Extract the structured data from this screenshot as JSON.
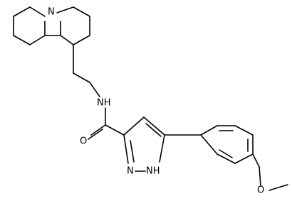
{
  "atoms": [
    {
      "id": "n_quinolizidine",
      "label": "N"
    },
    {
      "id": "nh_amide",
      "label": "NH"
    },
    {
      "id": "o_carbonyl",
      "label": "O"
    },
    {
      "id": "n_pyrazole",
      "label": "N"
    },
    {
      "id": "nh_pyrazole",
      "label": "NH"
    },
    {
      "id": "o_methoxy",
      "label": "O"
    }
  ],
  "colors": {
    "bond": "#000000",
    "label": "#000000",
    "background": "#ffffff"
  }
}
